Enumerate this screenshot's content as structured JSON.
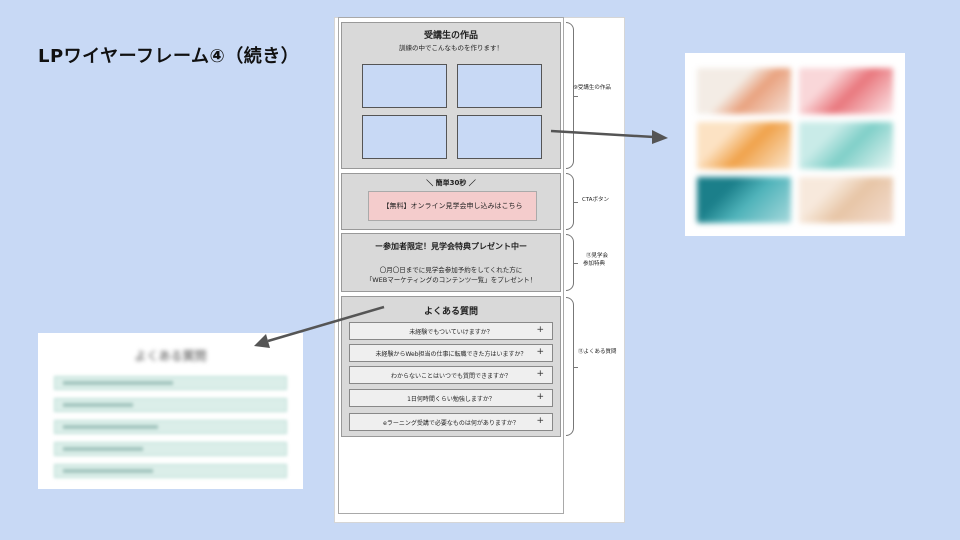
{
  "slide": {
    "title": "LPワイヤーフレーム④（続き）"
  },
  "sections": {
    "works": {
      "title": "受講生の作品",
      "subtitle": "訓練の中でこんなものを作ります！",
      "note": "⑨受講生の作品"
    },
    "cta": {
      "tagline": "＼ 簡単30秒 ／",
      "button_label": "【無料】オンライン見学会申し込みはこちら",
      "note": "CTAボタン"
    },
    "gift": {
      "title": "ー参加者限定！見学会特典プレゼント中ー",
      "line1": "〇月〇日までに見学会参加予約をしてくれた方に",
      "line2": "「WEBマーケティングのコンテンツ一覧」をプレゼント！",
      "note_line1": "⑪見学会",
      "note_line2": "参加特典"
    },
    "faq": {
      "title": "よくある質問",
      "note": "⑪よくある質問",
      "items": [
        {
          "q": "未経験でもついていけますか？",
          "icon": "+"
        },
        {
          "q": "未経験からWeb担当の仕事に転職できた方はいますか？",
          "icon": "+"
        },
        {
          "q": "わからないことはいつでも質問できますか？",
          "icon": "+"
        },
        {
          "q": "1日何時間くらい勉強しますか？",
          "icon": "+"
        },
        {
          "q": "eラーニング受講で必要なものは何がありますか？",
          "icon": "+"
        }
      ]
    }
  },
  "previews": {
    "faq_title": "よくある質問"
  },
  "colors": {
    "background": "#c8d9f5",
    "section": "#d9d9d9",
    "cta_button": "#f4cccc",
    "thumb": "#c8d9f5",
    "arrow": "#555555"
  },
  "icons": [
    "plus-icon",
    "arrow-icon",
    "bracket-icon"
  ]
}
